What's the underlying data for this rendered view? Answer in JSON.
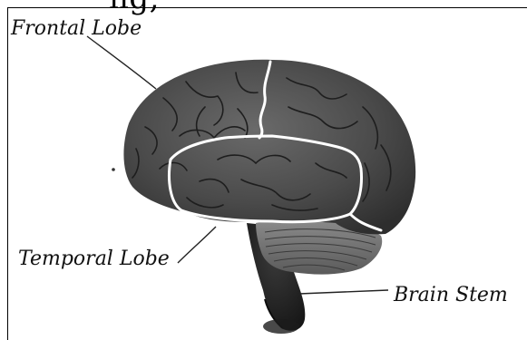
{
  "header": {
    "cropped_caption": "ng,"
  },
  "labels": {
    "frontal_lobe": "Frontal Lobe",
    "temporal_lobe": "Temporal Lobe",
    "brain_stem": "Brain Stem"
  },
  "colors": {
    "background": "#ffffff",
    "ink": "#111111",
    "brain_fill": "#4e4e4e",
    "cerebellum_fill": "#6f6f6f",
    "stem_fill": "#2b2b2b",
    "sulci": "#202020",
    "lobe_outline": "#ffffff"
  }
}
